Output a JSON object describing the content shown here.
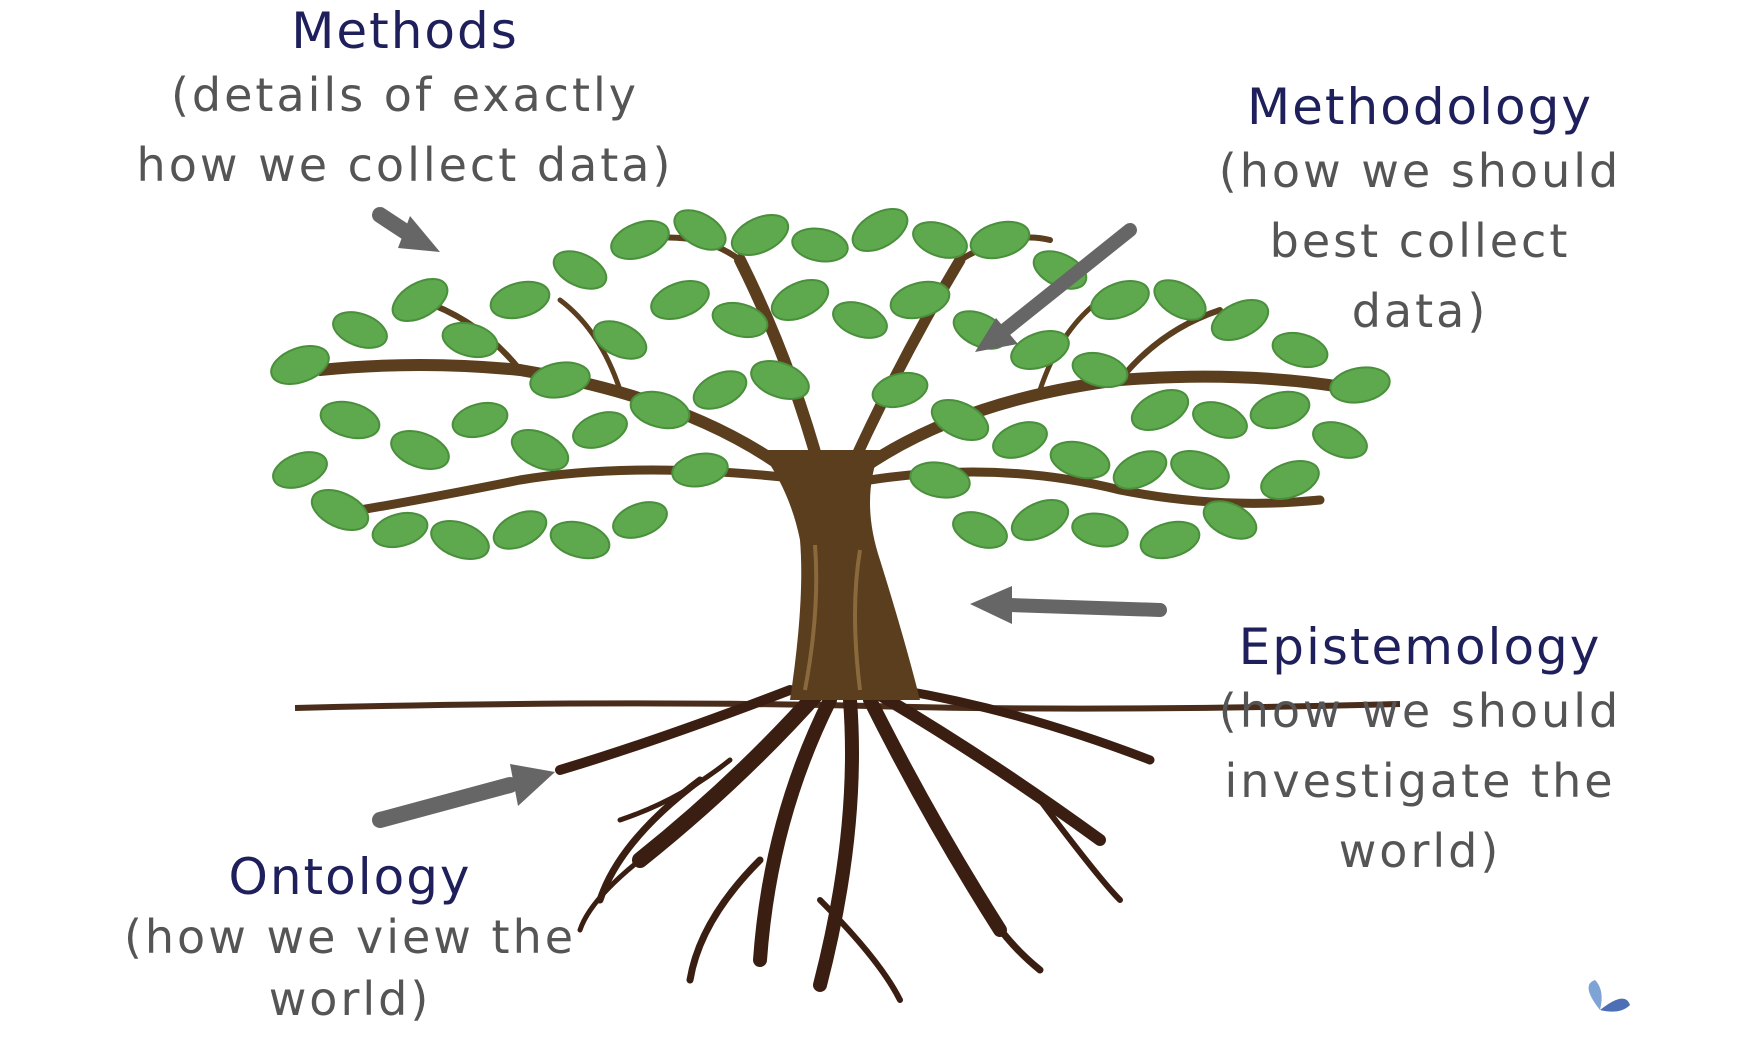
{
  "colors": {
    "title_text": "#1f1f5c",
    "description_text": "#555555",
    "leaf": "#5ea84e",
    "leaf_dark": "#4a8f3c",
    "trunk": "#5a3e1e",
    "root": "#3b1e12",
    "arrow": "#666666",
    "ground": "#4a2c1a"
  },
  "labels": {
    "methods": {
      "title": "Methods",
      "lines": [
        "(details of exactly",
        "how we collect data)"
      ]
    },
    "methodology": {
      "title": "Methodology",
      "lines": [
        "(how we should",
        "best collect",
        "data)"
      ]
    },
    "epistemology": {
      "title": "Epistemology",
      "lines": [
        "(how we should",
        "investigate the",
        "world)"
      ]
    },
    "ontology": {
      "title": "Ontology",
      "lines": [
        "(how we view the",
        "world)"
      ]
    }
  },
  "icons": {
    "arrow": "arrow-icon",
    "tree": "tree-icon",
    "corner_mark": "butterfly-icon"
  }
}
